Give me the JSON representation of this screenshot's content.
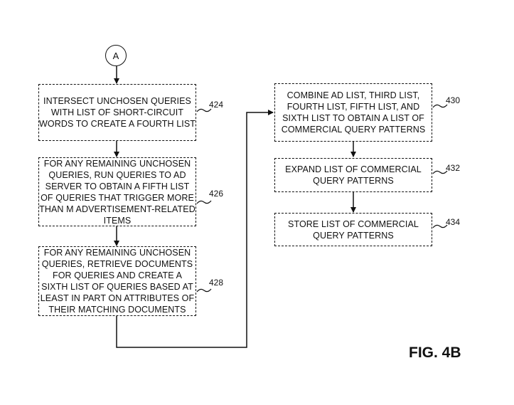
{
  "connector": {
    "label": "A"
  },
  "figure_label": "FIG. 4B",
  "steps": [
    {
      "ref": "424",
      "lines": [
        "INTERSECT UNCHOSEN QUERIES",
        "WITH LIST OF SHORT-CIRCUIT",
        "WORDS TO CREATE A FOURTH LIST"
      ]
    },
    {
      "ref": "426",
      "lines": [
        "FOR ANY REMAINING UNCHOSEN",
        "QUERIES, RUN QUERIES TO AD",
        "SERVER TO OBTAIN A FIFTH LIST",
        "OF QUERIES THAT TRIGGER MORE",
        "THAN M ADVERTISEMENT-RELATED",
        "ITEMS"
      ]
    },
    {
      "ref": "428",
      "lines": [
        "FOR ANY REMAINING UNCHOSEN",
        "QUERIES, RETRIEVE DOCUMENTS",
        "FOR QUERIES AND CREATE A",
        "SIXTH LIST OF QUERIES BASED AT",
        "LEAST IN PART ON ATTRIBUTES OF",
        "THEIR MATCHING DOCUMENTS"
      ]
    },
    {
      "ref": "430",
      "lines": [
        "COMBINE AD LIST, THIRD LIST,",
        "FOURTH LIST, FIFTH LIST, AND",
        "SIXTH LIST TO OBTAIN A LIST OF",
        "COMMERCIAL QUERY PATTERNS"
      ]
    },
    {
      "ref": "432",
      "lines": [
        "EXPAND LIST OF COMMERCIAL",
        "QUERY PATTERNS"
      ]
    },
    {
      "ref": "434",
      "lines": [
        "STORE LIST OF COMMERCIAL",
        "QUERY PATTERNS"
      ]
    }
  ]
}
